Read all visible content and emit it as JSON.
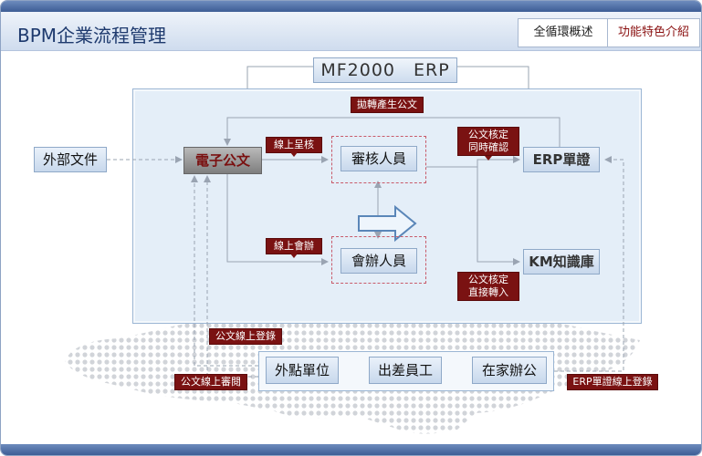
{
  "header": {
    "title": "BPM企業流程管理",
    "nav": [
      {
        "label": "全循環概述"
      },
      {
        "label": "功能特色介紹"
      }
    ]
  },
  "diagram": {
    "system": "MF2000　ERP",
    "nodes": {
      "external_docs": "外部文件",
      "e_document": "電子公文",
      "reviewer": "審核人員",
      "co_handler": "會辦人員",
      "erp_voucher": "ERP單證",
      "km": "KM知識庫"
    },
    "remote_nodes": [
      "外點單位",
      "出差員工",
      "在家辦公"
    ],
    "tags": {
      "forward": "拋轉產生公文",
      "online_submit": "線上呈核",
      "online_cohandle": "線上會辦",
      "approve_confirm": [
        "公文核定",
        "同時確認"
      ],
      "approve_transfer": [
        "公文核定",
        "直接轉入"
      ],
      "online_login": "公文線上登錄",
      "online_review": "公文線上審閱",
      "erp_login": "ERP單證線上登錄"
    }
  },
  "colors": {
    "tag_bg": "#7a1212",
    "title": "#1e3a6e",
    "node_grad_top": "#eaf1fa",
    "node_grad_bottom": "#c7d8ec",
    "panel_bg": "#e4eef8",
    "header_bar": "#4a6aa2"
  }
}
